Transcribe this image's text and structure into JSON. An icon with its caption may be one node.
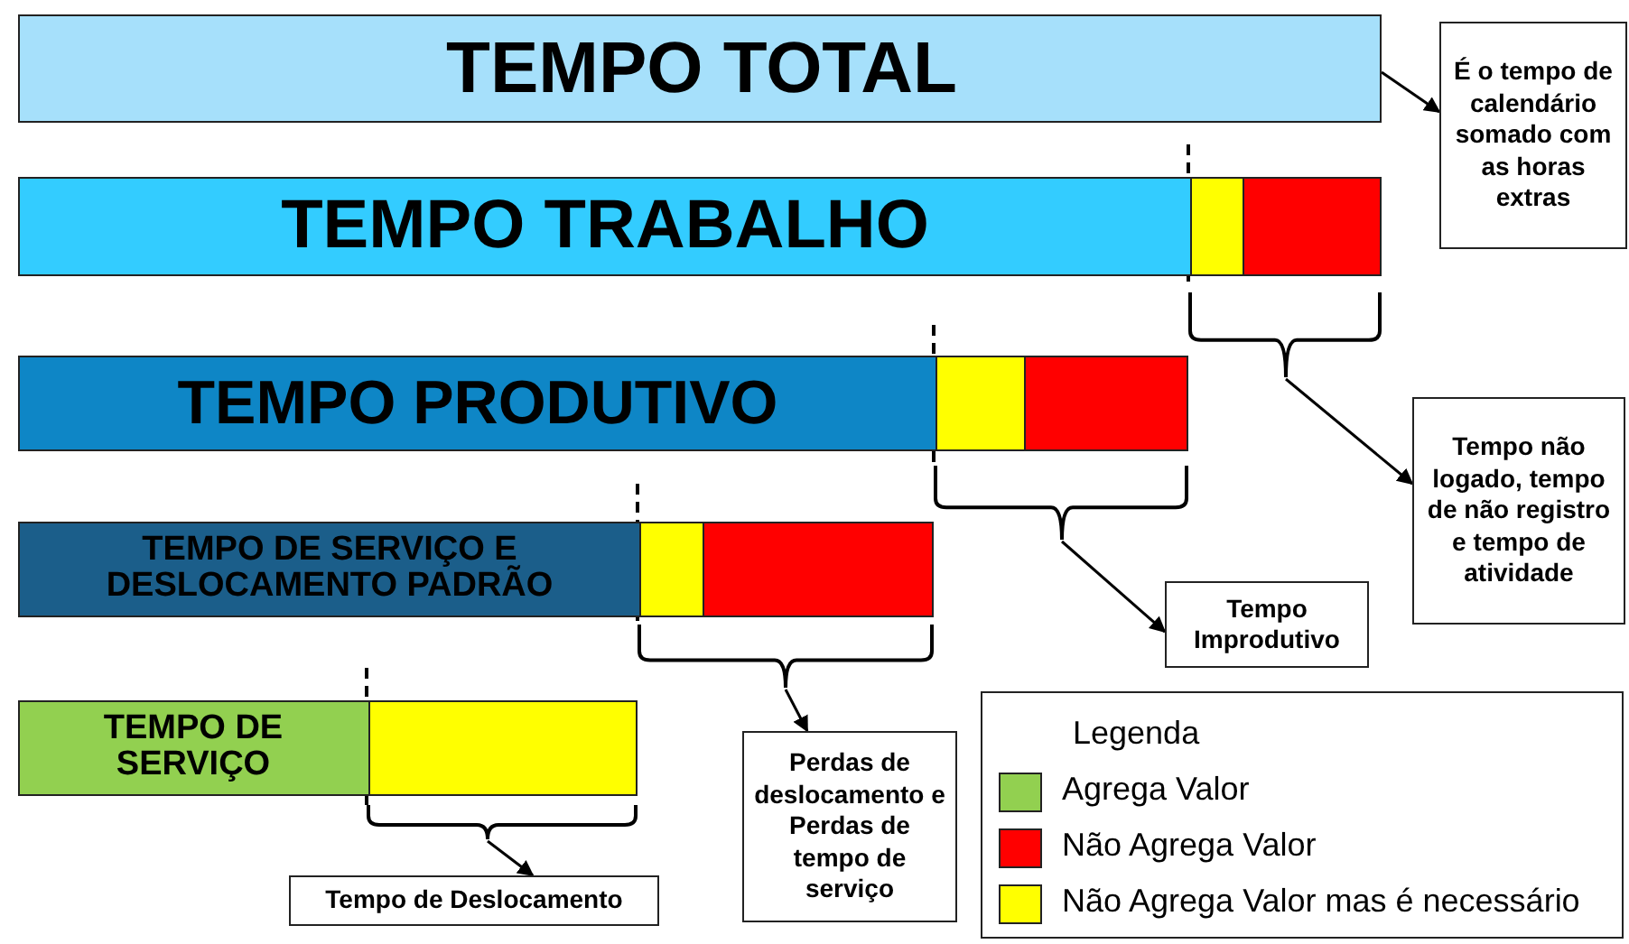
{
  "diagram": {
    "nodes": [
      {
        "text": [
          "TEMPO TOTAL"
        ]
      },
      {
        "text": [
          "É o tempo de calendário somado com as horas extras"
        ]
      },
      {
        "text": [
          "TEMPO TRABALHO"
        ]
      },
      {
        "text": [
          "TEMPO PRODUTIVO"
        ]
      },
      {
        "text": [
          "TEMPO DE SERVIÇO E DESLOCAMENTO PADRÃO"
        ]
      },
      {
        "text": [
          "TEMPO DE SERVIÇO"
        ]
      },
      {
        "text": [],
        "shape": "bracket"
      },
      {
        "text": [
          "Tempo não logado, tempo de não registro e tempo de atividade"
        ]
      },
      {
        "text": [],
        "shape": "bracket"
      },
      {
        "text": [
          "Tempo Improdutivo"
        ]
      },
      {
        "text": [],
        "shape": "bracket"
      },
      {
        "text": [
          "Perdas de deslocamento e Perdas de tempo de serviço"
        ]
      },
      {
        "text": [],
        "shape": "bracket"
      },
      {
        "text": [
          "Tempo de Deslocamento"
        ]
      },
      {
        "text": [],
        "shape": "bar",
        "in": 2
      },
      {
        "text": [],
        "shape": "bar",
        "in": 2
      },
      {
        "text": [],
        "shape": "bar",
        "in": 3
      },
      {
        "text": [],
        "shape": "bar",
        "in": 3
      },
      {
        "text": [],
        "shape": "bar",
        "in": 4
      },
      {
        "text": [],
        "shape": "bar",
        "in": 4
      },
      {
        "text": [],
        "shape": "bar",
        "in": 5
      }
    ],
    "edges": [
      {
        "from": 0,
        "to": 1,
        "arrow": "to"
      },
      {
        "from": 6,
        "to": 7,
        "arrow": "to"
      },
      {
        "from": 8,
        "to": 9,
        "arrow": "to"
      },
      {
        "from": 10,
        "to": 11,
        "arrow": "to"
      },
      {
        "from": 12,
        "to": 13,
        "arrow": "to"
      }
    ],
    "labels": [
      "Legenda"
    ],
    "legend": [
      {
        "text": "Agrega Valor",
        "color": "#92d050"
      },
      {
        "text": "Não Agrega Valor",
        "color": "#ff0000"
      },
      {
        "text": "Não Agrega Valor mas é necessário",
        "color": "#ffff00"
      }
    ]
  }
}
